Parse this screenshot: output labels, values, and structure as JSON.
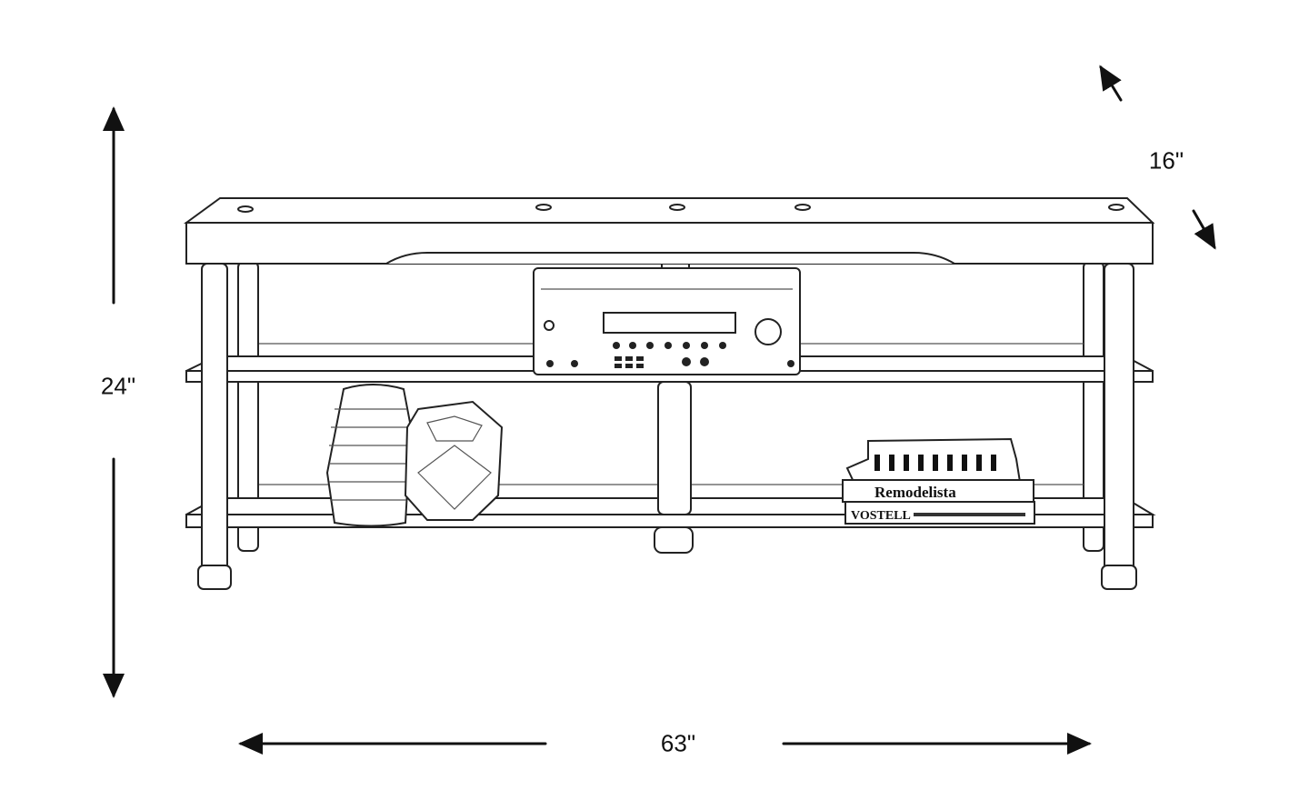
{
  "dimensions": {
    "height_label": "24\"",
    "depth_label": "16\"",
    "width_label": "63\""
  },
  "props": {
    "book_top_title": "Remodelista",
    "book_bottom_title": "VOSTELL"
  }
}
